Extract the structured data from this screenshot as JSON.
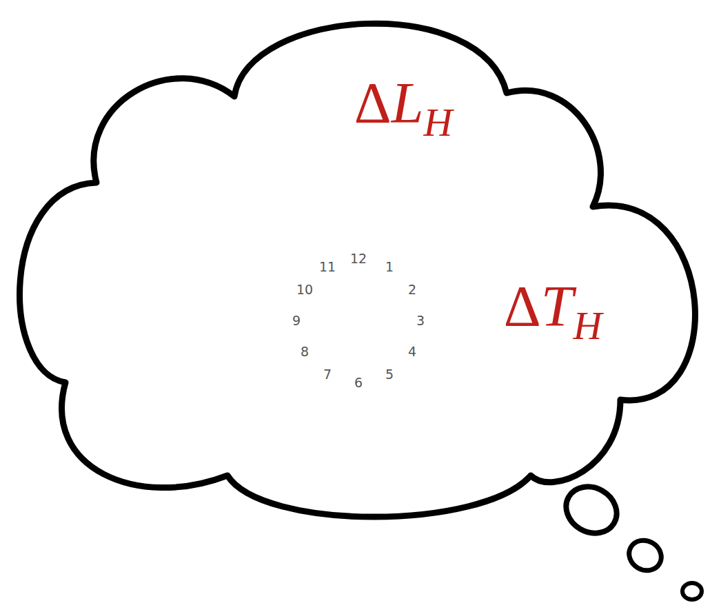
{
  "diagram": {
    "nodes": [
      {
        "text": [
          "ΔLH",
          "ΔTH"
        ]
      }
    ],
    "labels": [
      "12",
      "1",
      "2",
      "3",
      "4",
      "5",
      "6",
      "7",
      "8",
      "9",
      "10",
      "11"
    ]
  }
}
